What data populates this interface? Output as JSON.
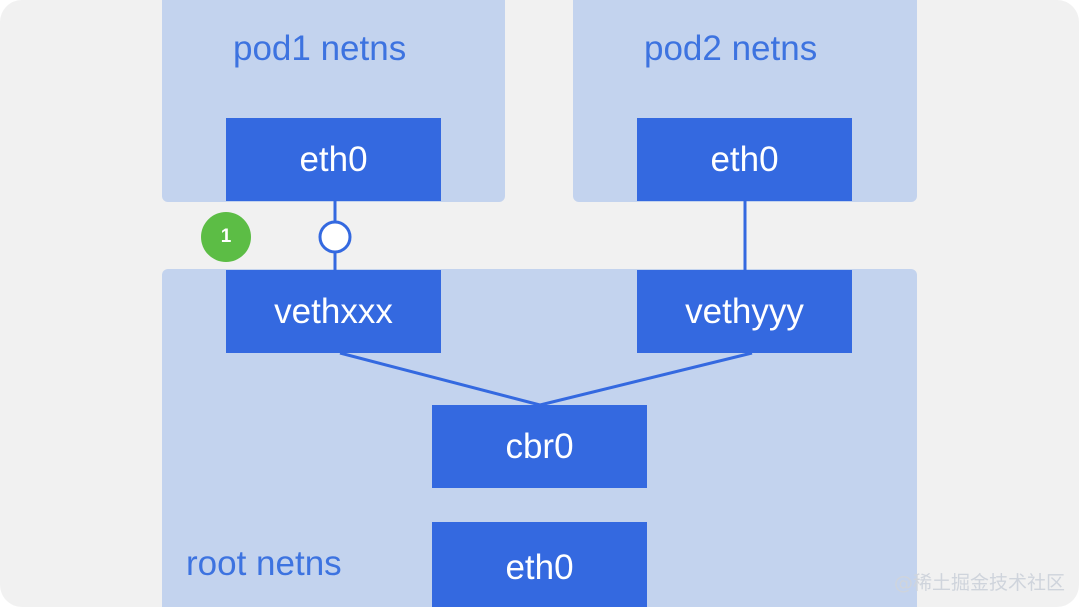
{
  "namespaces": {
    "pod1": {
      "label": "pod1 netns",
      "iface": "eth0"
    },
    "pod2": {
      "label": "pod2 netns",
      "iface": "eth0"
    },
    "root": {
      "label": "root netns",
      "veth_a": "vethxxx",
      "veth_b": "vethyyy",
      "bridge": "cbr0",
      "iface": "eth0"
    }
  },
  "step_badge": "1",
  "watermark": "@稀土掘金技术社区",
  "colors": {
    "background": "#f1f1f1",
    "namespace_fill": "#c3d3ee",
    "interface_fill": "#3469e0",
    "label_text": "#3d73e0",
    "link_line": "#3469e0",
    "badge_fill": "#5cbd45"
  }
}
